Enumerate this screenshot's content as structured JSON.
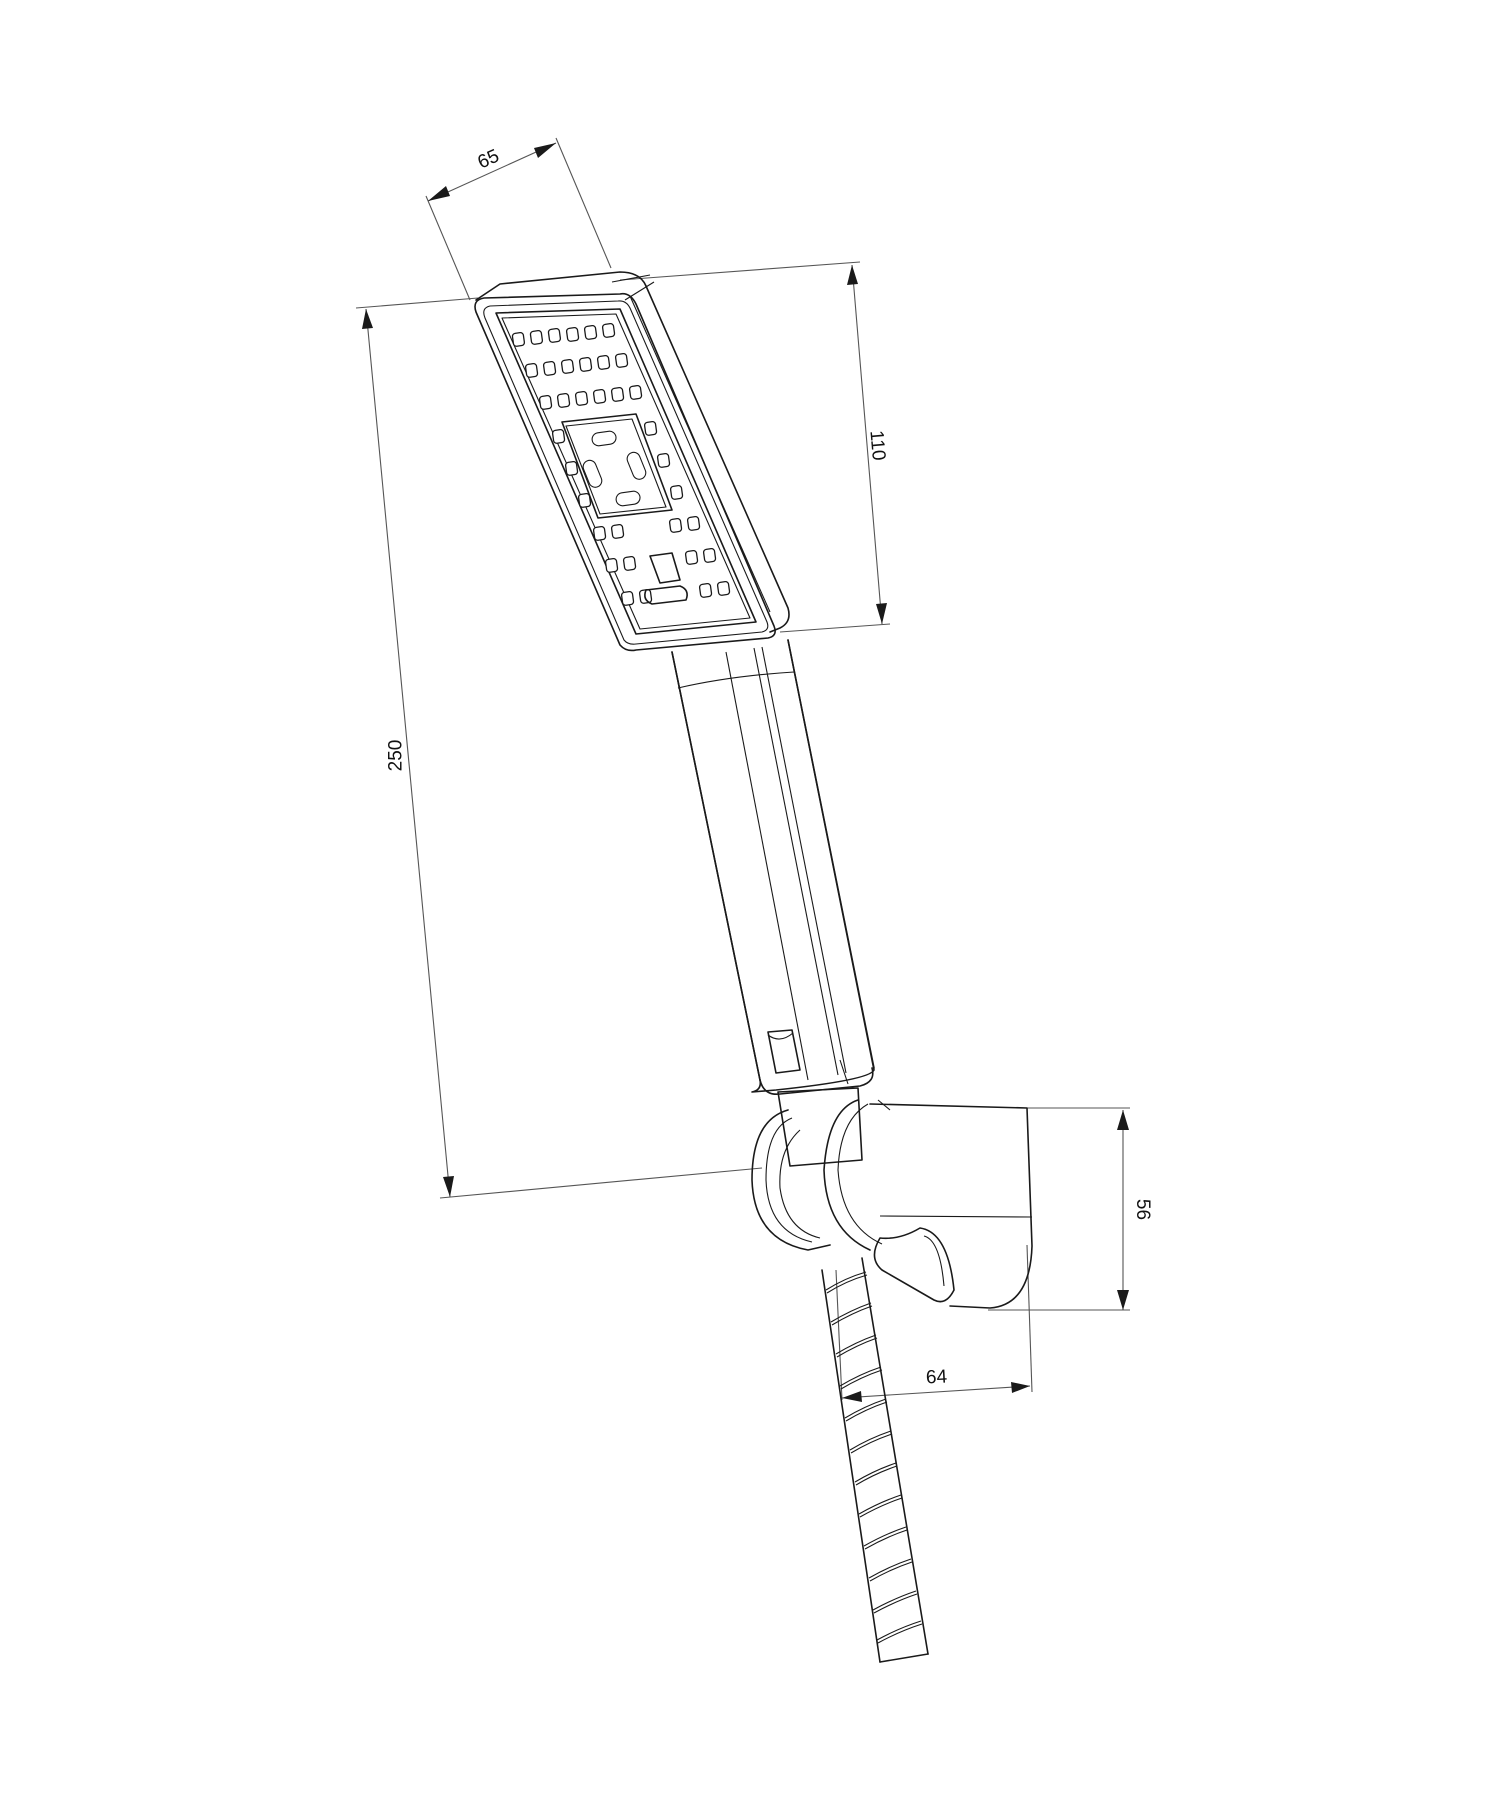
{
  "drawing": {
    "subject": "Hand shower with wall bracket and hose",
    "line_color": "#1a1a1a",
    "background": "#ffffff"
  },
  "dimensions": {
    "head_width": {
      "value": "65",
      "unit": "mm"
    },
    "head_length": {
      "value": "110",
      "unit": "mm"
    },
    "total_length": {
      "value": "250",
      "unit": "mm"
    },
    "bracket_height": {
      "value": "56",
      "unit": "mm"
    },
    "bracket_depth": {
      "value": "64",
      "unit": "mm"
    }
  },
  "components": [
    {
      "name": "shower head",
      "nozzle_rows": 11
    },
    {
      "name": "handle"
    },
    {
      "name": "wall bracket"
    },
    {
      "name": "flexible hose"
    }
  ]
}
